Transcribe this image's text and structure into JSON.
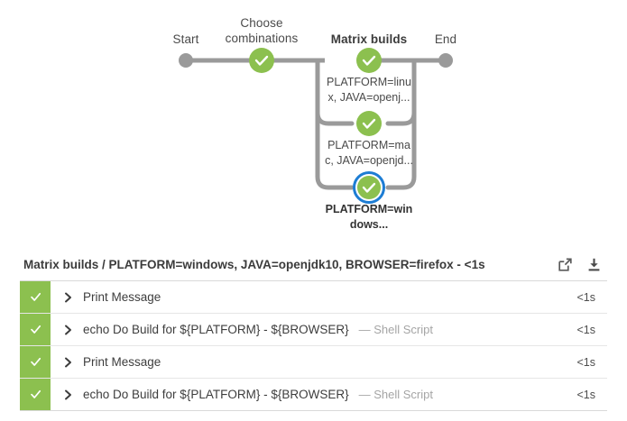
{
  "graph": {
    "stages": [
      {
        "name": "start-node",
        "label": "Start",
        "bold": false
      },
      {
        "name": "choose-combinations",
        "label": "Choose\ncombinations",
        "bold": false
      },
      {
        "name": "matrix-builds",
        "label": "Matrix builds",
        "bold": true
      },
      {
        "name": "end-node",
        "label": "End",
        "bold": false
      }
    ],
    "branches": [
      {
        "label": "PLATFORM=linux, JAVA=openj...",
        "selected": false,
        "status": "success"
      },
      {
        "label": "PLATFORM=mac, JAVA=openjd...",
        "selected": false,
        "status": "success"
      },
      {
        "label": "PLATFORM=windows...",
        "selected": true,
        "status": "success"
      }
    ],
    "colors": {
      "success": "#8cc04f",
      "selected_ring": "#1d7dd4",
      "line": "#9a9a9a",
      "endpoint": "#9a9a9a"
    }
  },
  "log": {
    "header": {
      "title": "Matrix builds / PLATFORM=windows, JAVA=openjdk10, BROWSER=firefox - <1s",
      "open_icon": "external-link-icon",
      "download_icon": "download-icon"
    },
    "rows": [
      {
        "status": "success",
        "title": "Print Message",
        "sub": "",
        "duration": "<1s"
      },
      {
        "status": "success",
        "title": "echo Do Build for ${PLATFORM} - ${BROWSER}",
        "sub": "— Shell Script",
        "duration": "<1s"
      },
      {
        "status": "success",
        "title": "Print Message",
        "sub": "",
        "duration": "<1s"
      },
      {
        "status": "success",
        "title": "echo Do Build for ${PLATFORM} - ${BROWSER}",
        "sub": "— Shell Script",
        "duration": "<1s"
      }
    ]
  }
}
